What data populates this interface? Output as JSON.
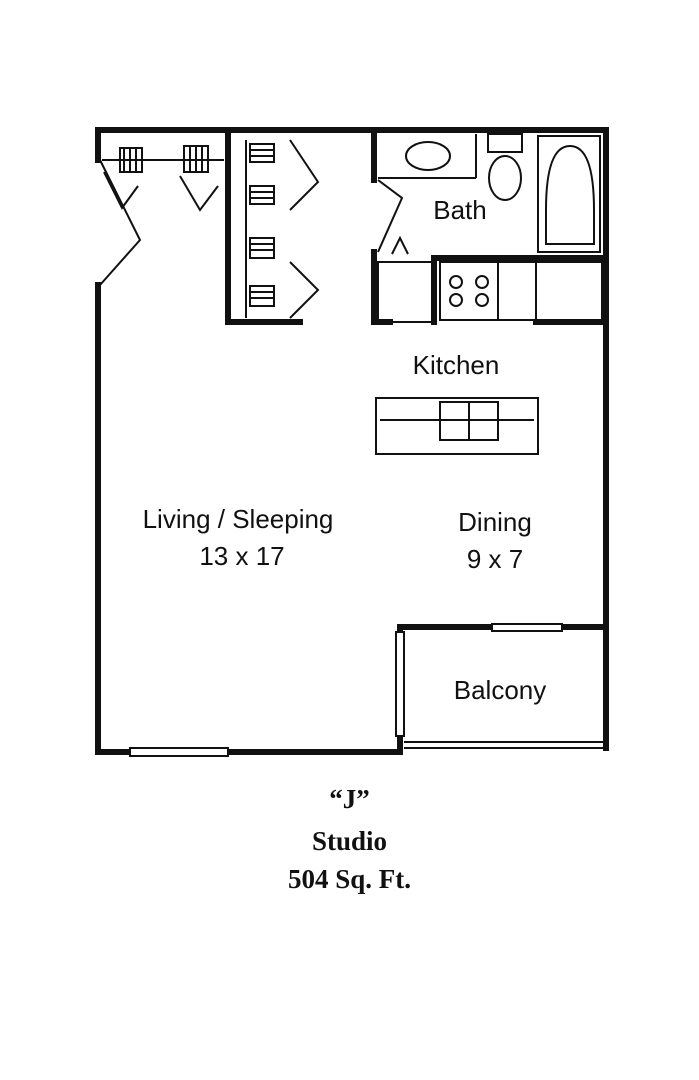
{
  "rooms": {
    "bath": "Bath",
    "kitchen": "Kitchen",
    "living": {
      "name": "Living / Sleeping",
      "size": "13 x 17"
    },
    "dining": {
      "name": "Dining",
      "size": "9 x 7"
    },
    "balcony": "Balcony"
  },
  "caption": {
    "unit": "“J”",
    "type": "Studio",
    "area": "504 Sq. Ft."
  }
}
